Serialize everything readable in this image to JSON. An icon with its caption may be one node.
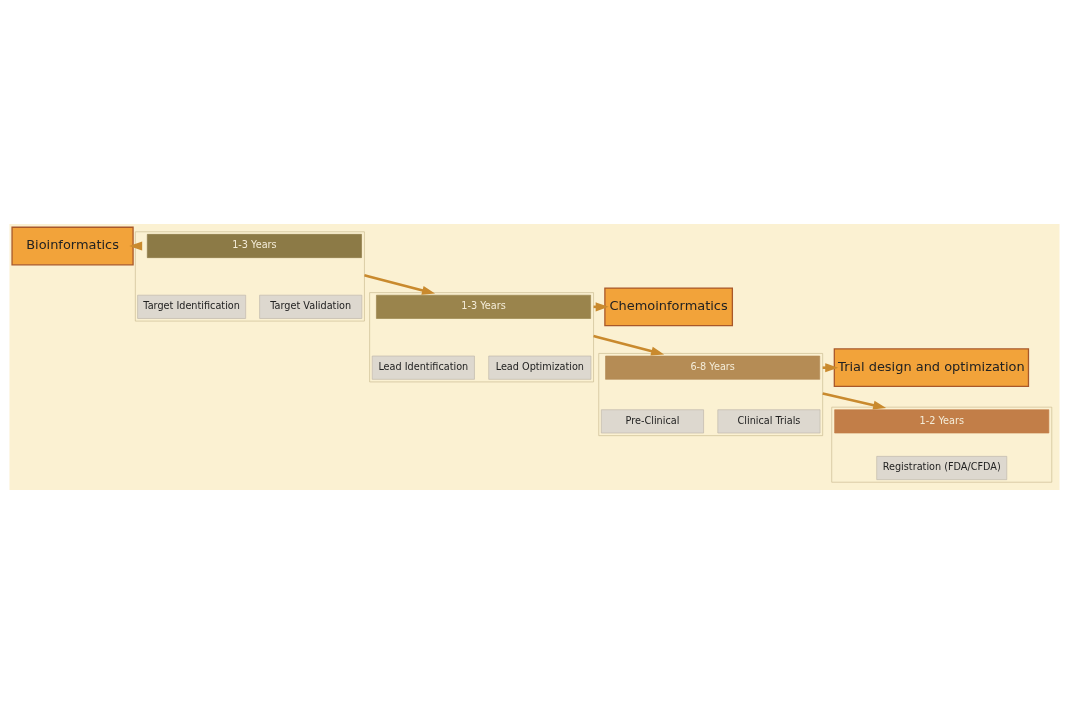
{
  "diagram": {
    "nodes": [
      {
        "text": [
          "Bioinformatics"
        ]
      },
      {
        "text": [],
        "shape": "box"
      },
      {
        "text": [
          "1-3 Years"
        ],
        "in": 1
      },
      {
        "text": [
          "Target Identification"
        ],
        "in": 1
      },
      {
        "text": [
          "Target Validation"
        ],
        "in": 1
      },
      {
        "text": [
          "Chemoinformatics"
        ]
      },
      {
        "text": [],
        "shape": "box"
      },
      {
        "text": [
          "1-3 Years"
        ],
        "in": 6
      },
      {
        "text": [
          "Lead Identification"
        ],
        "in": 6
      },
      {
        "text": [
          "Lead Optimization"
        ],
        "in": 6
      },
      {
        "text": [
          "Trial design and optimization"
        ]
      },
      {
        "text": [],
        "shape": "box"
      },
      {
        "text": [
          "6-8 Years"
        ],
        "in": 11
      },
      {
        "text": [
          "Pre-Clinical"
        ],
        "in": 11
      },
      {
        "text": [
          "Clinical Trials"
        ],
        "in": 11
      },
      {
        "text": [],
        "shape": "box"
      },
      {
        "text": [
          "1-2 Years"
        ],
        "in": 15
      },
      {
        "text": [
          "Registration (FDA/CFDA)"
        ],
        "in": 15
      }
    ],
    "edges": [
      {
        "from": 1,
        "to": 0,
        "arrow": "to"
      },
      {
        "from": 1,
        "to": 6,
        "arrow": "to"
      },
      {
        "from": 6,
        "to": 5,
        "arrow": "to"
      },
      {
        "from": 6,
        "to": 11,
        "arrow": "to"
      },
      {
        "from": 11,
        "to": 10,
        "arrow": "to"
      },
      {
        "from": 11,
        "to": 15,
        "arrow": "to"
      }
    ]
  }
}
